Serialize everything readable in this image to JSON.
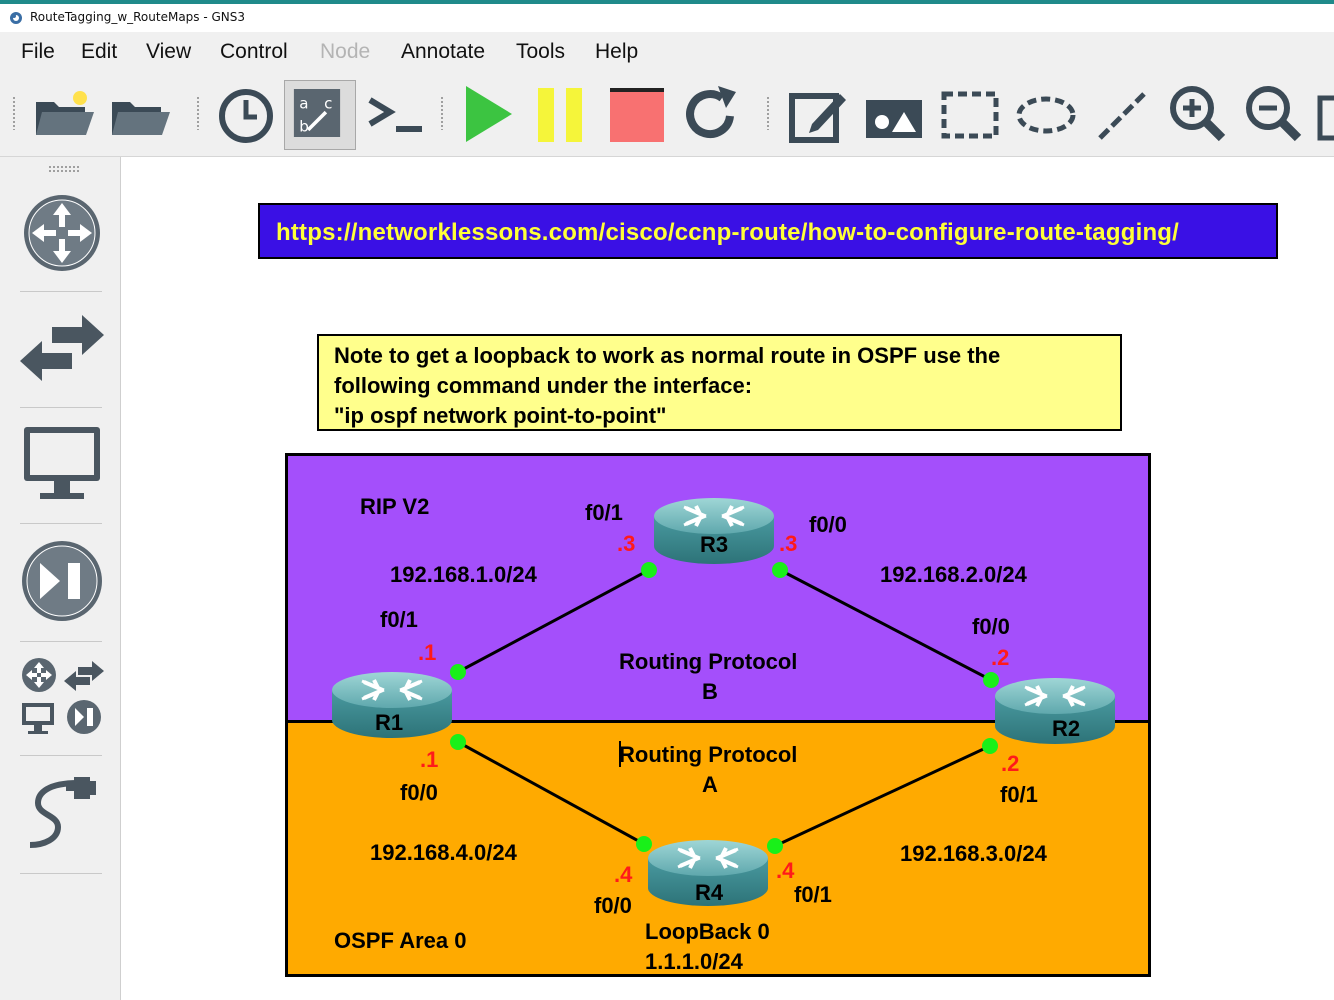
{
  "window": {
    "title": "RouteTagging_w_RouteMaps - GNS3"
  },
  "menu": {
    "items": [
      {
        "label": "File",
        "disabled": false
      },
      {
        "label": "Edit",
        "disabled": false
      },
      {
        "label": "View",
        "disabled": false
      },
      {
        "label": "Control",
        "disabled": false
      },
      {
        "label": "Node",
        "disabled": true
      },
      {
        "label": "Annotate",
        "disabled": false
      },
      {
        "label": "Tools",
        "disabled": false
      },
      {
        "label": "Help",
        "disabled": false
      }
    ]
  },
  "toolbar": {
    "buttons": [
      "open-project-icon",
      "open-folder-icon",
      "snapshot-clock-icon",
      "show-interface-labels-icon",
      "console-icon",
      "start-icon",
      "suspend-icon",
      "stop-icon",
      "reload-icon",
      "add-note-icon",
      "insert-image-icon",
      "draw-rectangle-icon",
      "draw-ellipse-icon",
      "draw-line-icon",
      "zoom-in-icon",
      "zoom-out-icon",
      "screenshot-icon"
    ],
    "colors": {
      "start": "#3cc441",
      "suspend": "#f5f53a",
      "stop": "#f87171"
    }
  },
  "dock": {
    "buttons": [
      "routers-icon",
      "switches-icon",
      "end-devices-icon",
      "security-devices-icon",
      "all-devices-icon",
      "add-link-icon"
    ]
  },
  "canvas": {
    "url_note": "https://networklessons.com/cisco/ccnp-route/how-to-configure-route-tagging/",
    "note": {
      "line1": "Note to get a loopback to work as normal route in OSPF use the",
      "line2": "following command under the interface:",
      "line3": "\"ip ospf network point-to-point\""
    },
    "zones": {
      "rip_label": "RIP V2",
      "rip_color": "#a44ffb",
      "ospf_label": "OSPF Area 0",
      "ospf_color": "#ffaa00",
      "protocol_b": "Routing Protocol",
      "protocol_b_letter": "B",
      "protocol_a": "Routing Protocol",
      "protocol_a_letter": "A"
    },
    "routers": {
      "r1": "R1",
      "r2": "R2",
      "r3": "R3",
      "r4": "R4"
    },
    "interfaces": {
      "r3_f01": "f0/1",
      "r3_f01_ip": ".3",
      "r3_f00": "f0/0",
      "r3_f00_ip": ".3",
      "r1_f01": "f0/1",
      "r1_f01_ip": ".1",
      "r1_f00": "f0/0",
      "r1_f00_ip": ".1",
      "r2_f00": "f0/0",
      "r2_f00_ip": ".2",
      "r2_f01": "f0/1",
      "r2_f01_ip": ".2",
      "r4_f00": "f0/0",
      "r4_f00_ip": ".4",
      "r4_f01": "f0/1",
      "r4_f01_ip": ".4"
    },
    "subnets": {
      "s1": "192.168.1.0/24",
      "s2": "192.168.2.0/24",
      "s3": "192.168.3.0/24",
      "s4": "192.168.4.0/24"
    },
    "loopback": {
      "name": "LoopBack 0",
      "prefix": "1.1.1.0/24"
    }
  }
}
